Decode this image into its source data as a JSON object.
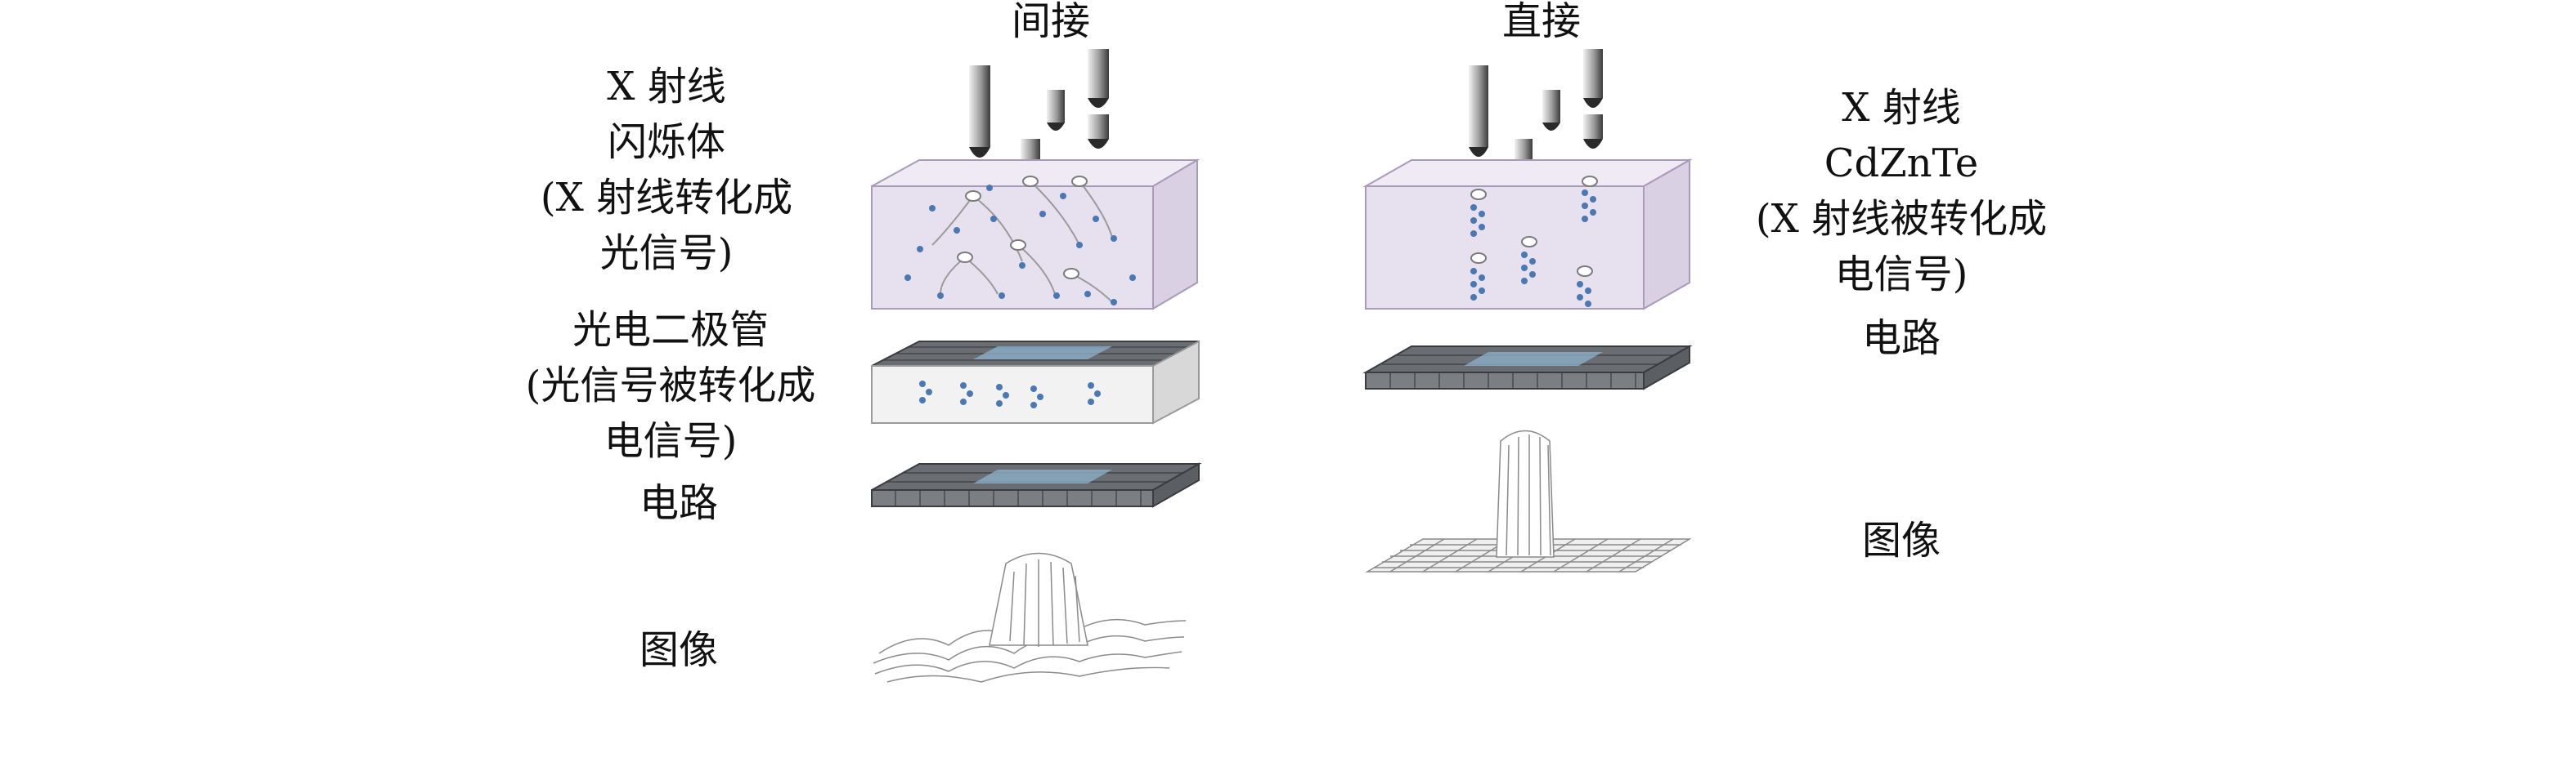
{
  "indirect": {
    "title": "间接",
    "scintillator_label": [
      "X 射线",
      "闪烁体",
      "(X 射线转化成",
      "光信号)"
    ],
    "photodiode_label": [
      "光电二极管",
      "(光信号被转化成",
      "电信号)"
    ],
    "circuit_label": "电路",
    "image_label": "图像"
  },
  "direct": {
    "title": "直接",
    "detector_label": [
      "X 射线",
      "CdZnTe",
      "(X 射线被转化成",
      "电信号)"
    ],
    "circuit_label": "电路",
    "image_label": "图像"
  },
  "colors": {
    "crystal_fill": "#e7e0ee",
    "crystal_edge": "#a89ab8",
    "charge_dot": "#4a78b0",
    "grid_dark": "#5b5e63",
    "grid_light": "#8fb3cc",
    "ray": "#3a3a3a"
  }
}
